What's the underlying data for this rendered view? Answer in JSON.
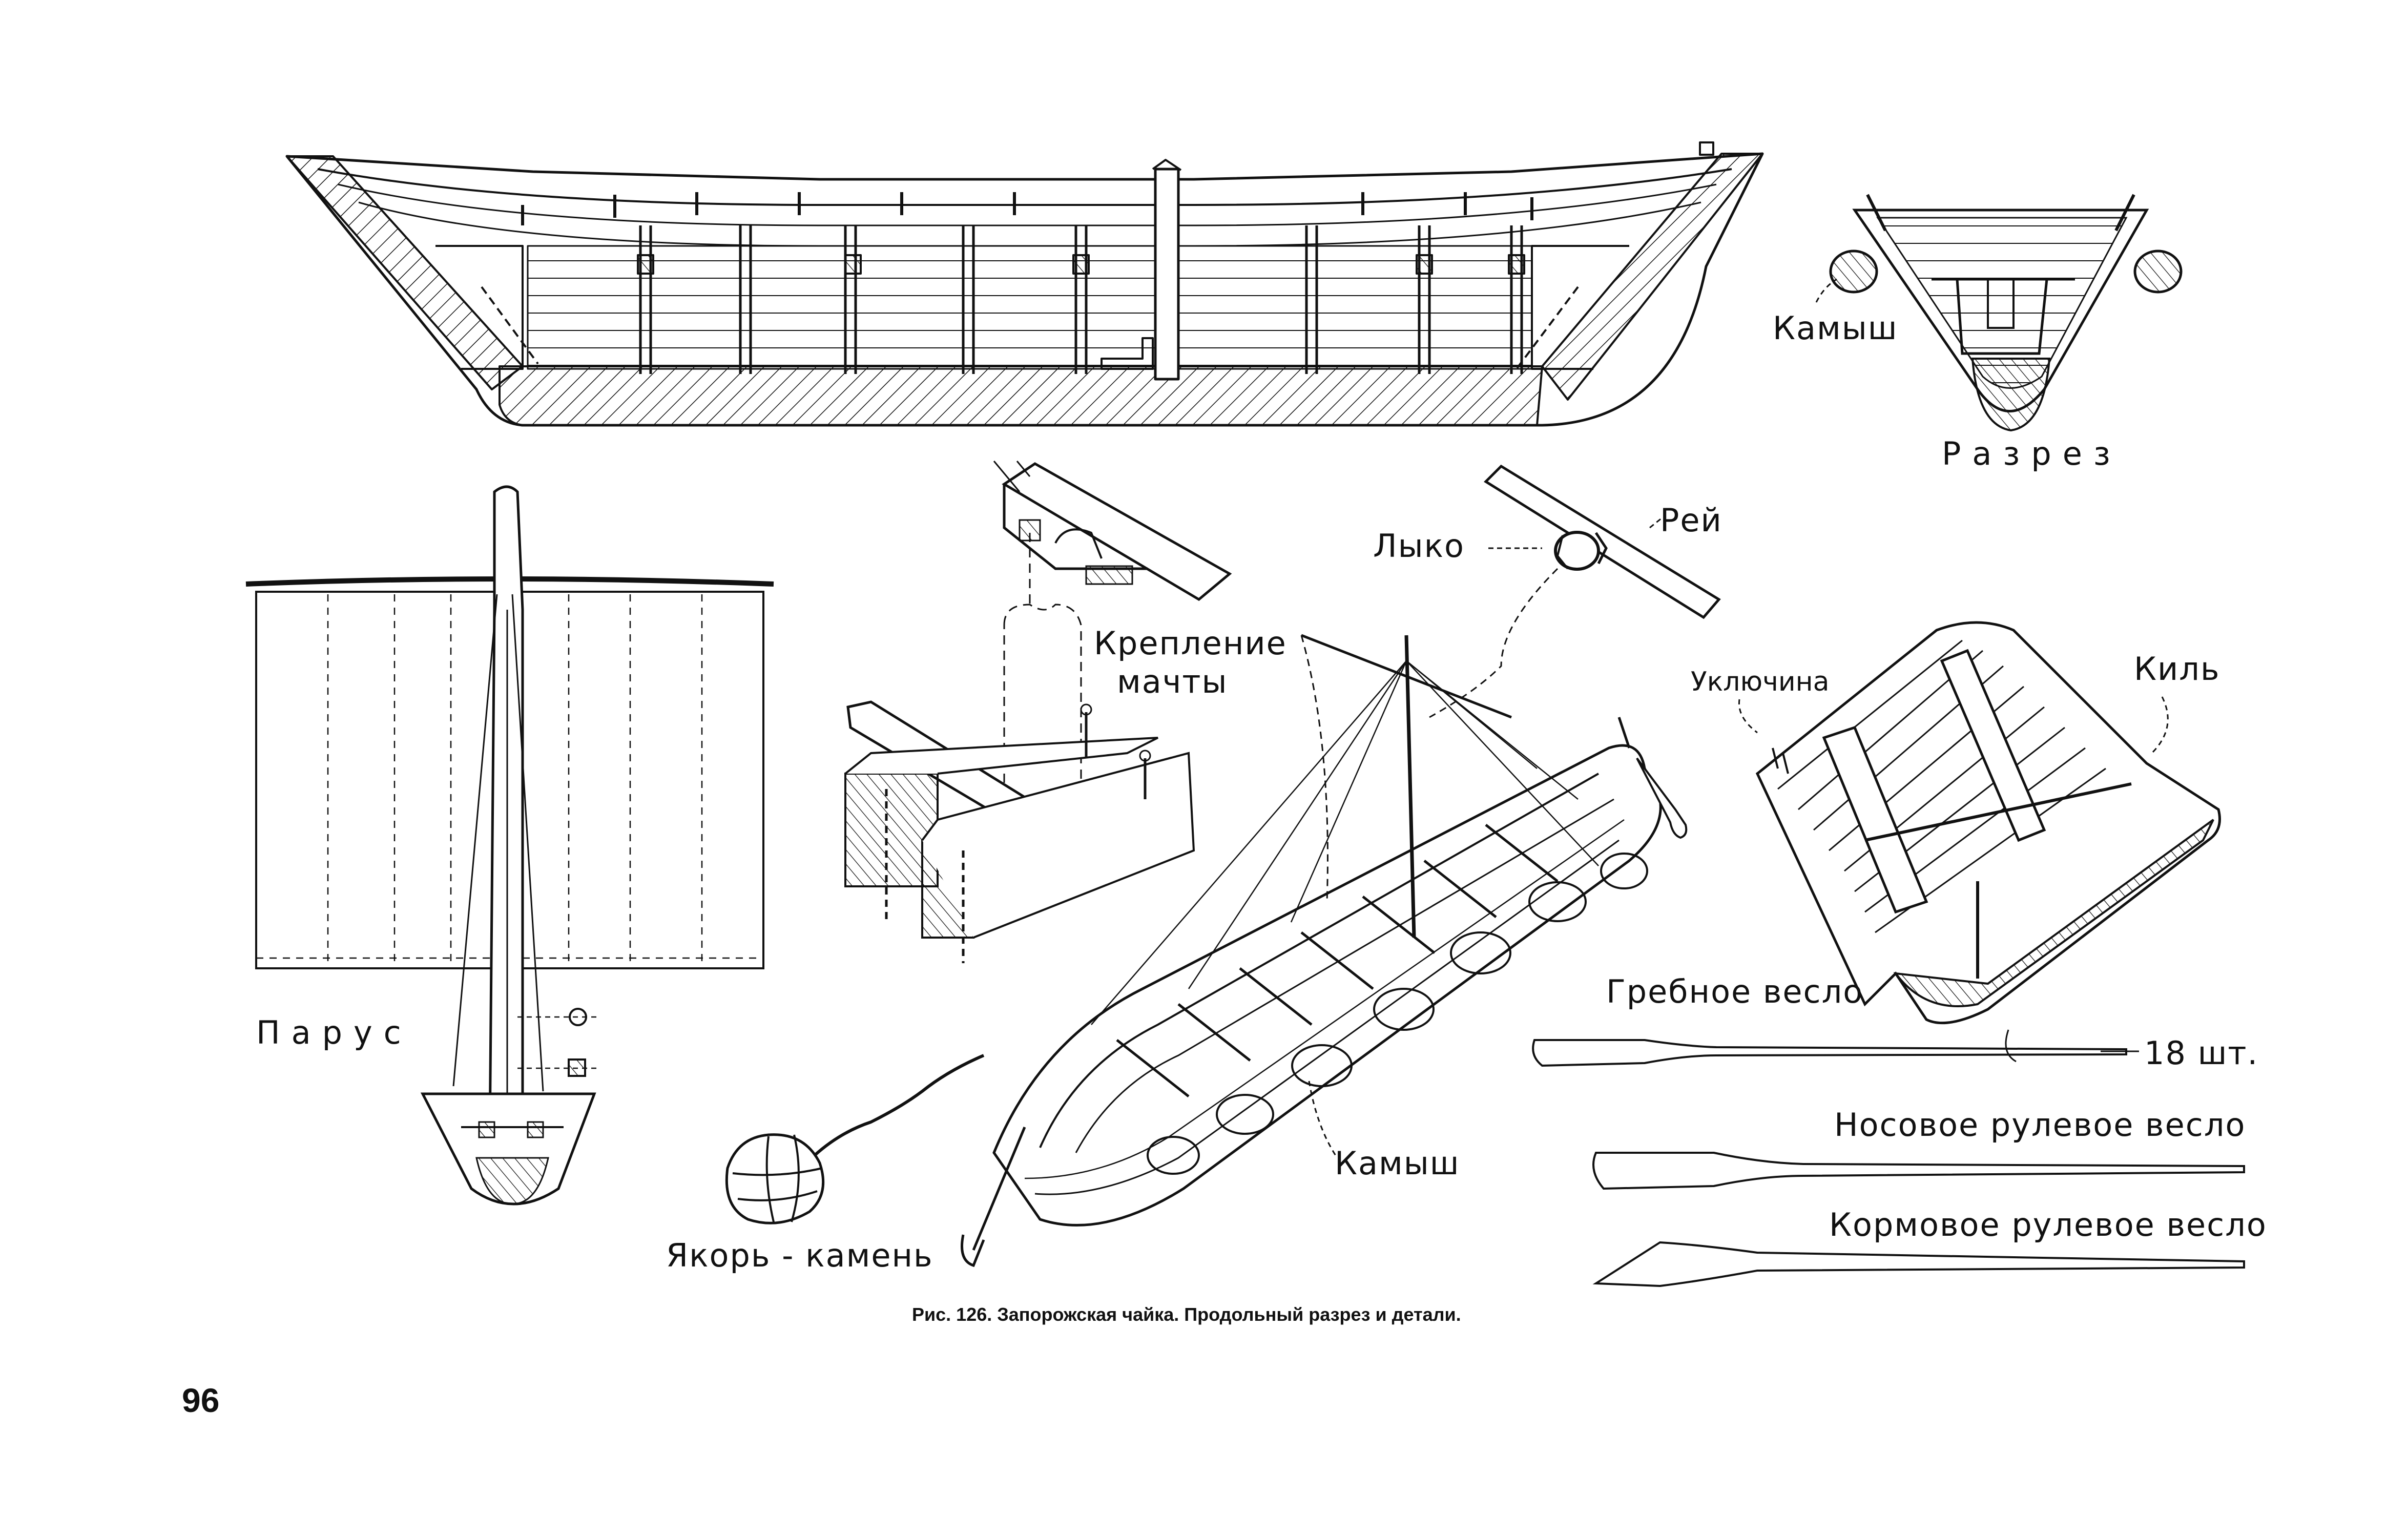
{
  "labels": {
    "kamysh_section": "Камыш",
    "razrez": "Разрез",
    "lyko": "Лыко",
    "rei": "Рей",
    "kreplenie_line1": "Крепление",
    "kreplenie_line2": "мачты",
    "uklyuchina": "Уключина",
    "kil": "Киль",
    "parus": "Парус",
    "grebnoe_veslo": "Гребное весло",
    "count_oars": "18 шт.",
    "nosovoe": "Носовое рулевое весло",
    "kormovoe": "Кормовое рулевое весло",
    "kamysh_boat": "Камыш",
    "yakor": "Якорь - камень"
  },
  "caption": "Рис. 126. Запорожская чайка. Продольный разрез и детали.",
  "page_number": "96"
}
